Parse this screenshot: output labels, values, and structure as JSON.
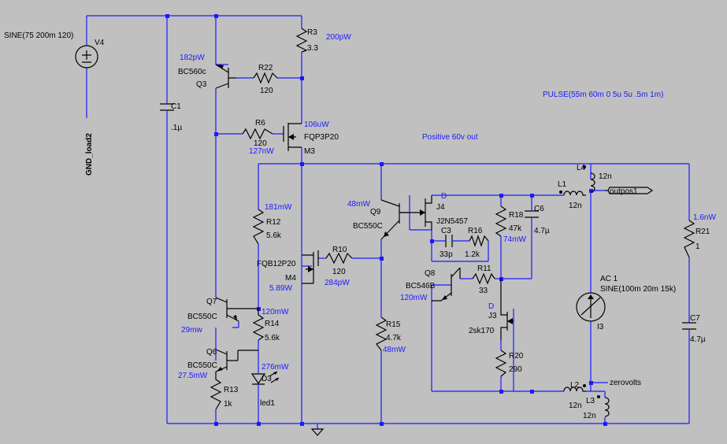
{
  "sources": {
    "v4": {
      "name": "V4",
      "value": "SINE(75 200m 120)"
    },
    "ac1": {
      "name": "AC 1",
      "value": "SINE(100m 20m 15k)",
      "ref": "I3"
    },
    "pulse": "PULSE(55m 60m 0 5u 5u .5m 1m)"
  },
  "nets": {
    "gnd_load": "GND_load2",
    "outpos": "outpos1",
    "zero": "zerovolts"
  },
  "note": "Positive 60v out",
  "parts": {
    "R3": {
      "name": "R3",
      "value": "3.3",
      "power": "200pW"
    },
    "Q3": {
      "name": "Q3",
      "model": "BC560c",
      "power": "182pW"
    },
    "R22": {
      "name": "R22",
      "value": "120"
    },
    "C1": {
      "name": "C1",
      "value": ".1µ"
    },
    "R6": {
      "name": "R6",
      "value": "120",
      "power": "127nW"
    },
    "M3": {
      "name": "M3",
      "model": "FQP3P20",
      "power": "106uW"
    },
    "R12": {
      "name": "R12",
      "value": "5.6k",
      "power": "181mW"
    },
    "Q9": {
      "name": "Q9",
      "model": "BC550C",
      "power": "48mW"
    },
    "J4": {
      "name": "J4",
      "model": "J2N5457",
      "tag": "D"
    },
    "C3": {
      "name": "C3",
      "value": "33p"
    },
    "R16": {
      "name": "R16",
      "value": "1.2k"
    },
    "R18": {
      "name": "R18",
      "value": "47k",
      "power": "74mW"
    },
    "C6": {
      "name": "C6",
      "value": "4.7µ"
    },
    "L4": {
      "name": "L4",
      "value": "12n"
    },
    "L1": {
      "name": "L1",
      "value": "12n"
    },
    "R21": {
      "name": "R21",
      "value": "1",
      "power": "1.6nW"
    },
    "M4": {
      "name": "M4",
      "model": "FQB12P20",
      "power": "5.89W"
    },
    "R10": {
      "name": "R10",
      "value": "120",
      "power": "284pW"
    },
    "Q8": {
      "name": "Q8",
      "model": "BC546B",
      "power": "120mW"
    },
    "R11": {
      "name": "R11",
      "value": "33"
    },
    "J3": {
      "name": "J3",
      "model": "2sk170",
      "tag": "D"
    },
    "R20": {
      "name": "R20",
      "value": "290"
    },
    "R15": {
      "name": "R15",
      "value": "4.7k",
      "power": "48mW"
    },
    "Q7": {
      "name": "Q7",
      "model": "BC550C",
      "power": "29mw"
    },
    "R14": {
      "name": "R14",
      "value": "5.6k",
      "power": "120mW"
    },
    "Q6": {
      "name": "Q6",
      "model": "BC550C",
      "power": "27.5mW"
    },
    "D3": {
      "name": "D3",
      "model": "led1",
      "power": "276mW"
    },
    "R13": {
      "name": "R13",
      "value": "1k"
    },
    "C7": {
      "name": "C7",
      "value": "4.7µ"
    },
    "L2": {
      "name": "L2",
      "value": "12n"
    },
    "L3": {
      "name": "L3",
      "value": "12n"
    }
  }
}
